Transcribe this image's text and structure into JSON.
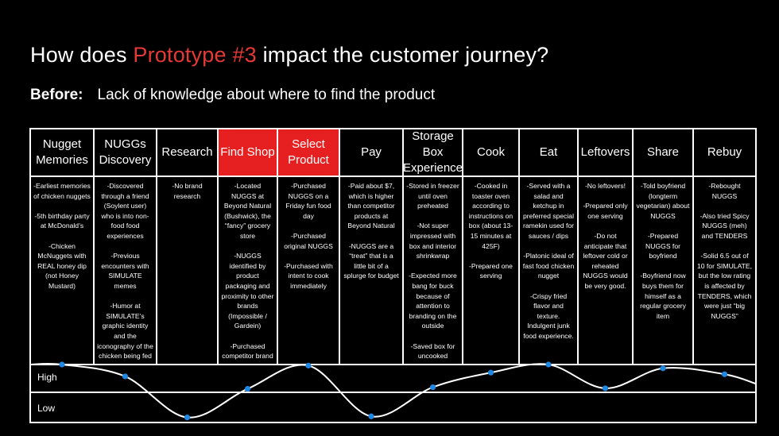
{
  "title": {
    "prefix": "How does ",
    "highlight": "Prototype #3",
    "suffix": " impact the customer journey?"
  },
  "before": {
    "label": "Before:",
    "text": "Lack of knowledge about where to find the product"
  },
  "columns": [
    {
      "header": "Nugget Memories",
      "highlight": false,
      "body": "-Earliest memories of chicken nuggets\n\n-5th birthday party at McDonald’s\n\n-Chicken McNuggets with REAL honey dip (not Honey Mustard)"
    },
    {
      "header": "NUGGs Discovery",
      "highlight": false,
      "body": "-Discovered through a friend (Soylent user) who is into non-food food experiences\n\n-Previous encounters with SIMULATE memes\n\n-Humor at SIMULATE’s graphic identity and the iconography of the chicken being fed a “simulacra” of chicken"
    },
    {
      "header": "Research",
      "highlight": false,
      "body": "-No brand research"
    },
    {
      "header": "Find Shop",
      "highlight": true,
      "body": "-Located NUGGS at Beyond Natural (Bushwick), the “fancy” grocery store\n\n-NUGGS identified by product packaging and proximity to other brands (Impossible / Gardein)\n\n-Purchased competitor brand instead because of familiarity and price"
    },
    {
      "header": "Select Product",
      "highlight": true,
      "body": "-Purchased NUGGS on a Friday fun food day\n\n-Purchased original NUGGS\n\n-Purchased with intent to cook immediately"
    },
    {
      "header": "Pay",
      "highlight": false,
      "body": "-Paid about $7, which is higher than competitor products at Beyond Natural\n\n-NUGGS are a “treat” that is a little bit of a splurge for budget"
    },
    {
      "header": "Storage Box Experience",
      "highlight": false,
      "body": "-Stored in freezer until oven preheated\n\n-Not super impressed with box and interior shrinkwrap\n\n-Expected more bang for buck because of attention to branding on the outside\n\n-Saved box for uncooked leftovers; used a bag clip"
    },
    {
      "header": "Cook",
      "highlight": false,
      "body": "-Cooked in toaster oven according to instructions on box (about 13-15 minutes at 425F)\n\n-Prepared one serving"
    },
    {
      "header": "Eat",
      "highlight": false,
      "body": "-Served with a salad and ketchup in preferred special ramekin used for sauces / dips\n\n-Platonic ideal of fast food chicken nugget\n\n-Crispy fried flavor and texture. Indulgent junk food experience."
    },
    {
      "header": "Leftovers",
      "highlight": false,
      "body": "-No leftovers!\n\n-Prepared only one serving\n\n-Do not anticipate that leftover cold or reheated NUGGS would be very good."
    },
    {
      "header": "Share",
      "highlight": false,
      "body": "-Told boyfriend (longterm vegetarian) about NUGGS\n\n-Prepared NUGGS for boyfriend\n\n-Boyfriend now buys them for himself as a regular grocery item"
    },
    {
      "header": "Rebuy",
      "highlight": false,
      "body": "-Rebought NUGGS\n\n-Also tried Spicy NUGGS (meh) and TENDERS\n\n-Solid 6.5 out of 10 for SIMULATE, but the low rating is affected by TENDERS, which were just “big NUGGS”"
    }
  ],
  "levels": {
    "high": "High",
    "low": "Low"
  },
  "journey": {
    "scale": "0 = Low, 1 = High",
    "values": [
      1.0,
      0.78,
      0.02,
      0.55,
      0.98,
      0.04,
      0.58,
      0.85,
      1.0,
      0.56,
      0.93,
      0.82
    ]
  },
  "colors": {
    "highlight": "#e62020",
    "point": "#1e88e5"
  }
}
